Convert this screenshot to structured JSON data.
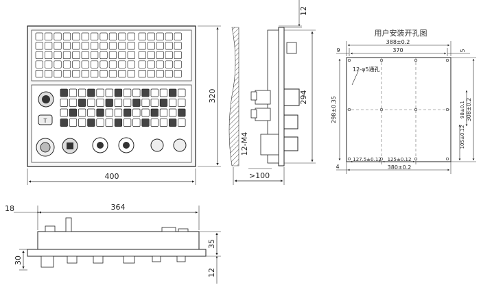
{
  "front_view": {
    "width_label": "400",
    "height_label": "320"
  },
  "side_view": {
    "top_label": "12",
    "height_label": "294",
    "screw_label": "12-M4",
    "depth_label": ">100"
  },
  "cutout": {
    "title": "用户安装开孔图",
    "width_outer": "388±0.2",
    "width_inner": "370",
    "left_offset": "9",
    "right_offset": "5",
    "hole_label": "12-φ5通孔",
    "height_left": "298±0.35",
    "height_mid": "98±0.1",
    "height_right": "308±0.2",
    "lower_height": "105±0.12",
    "bottom_seg1": "127.5±0.12",
    "bottom_seg2": "125±0.12",
    "bottom_total": "380±0.2",
    "bottom_offset": "4"
  },
  "bottom_view": {
    "left_label": "18",
    "width_label": "364",
    "height_label": "35",
    "left_height": "30",
    "bottom_label": "12"
  }
}
